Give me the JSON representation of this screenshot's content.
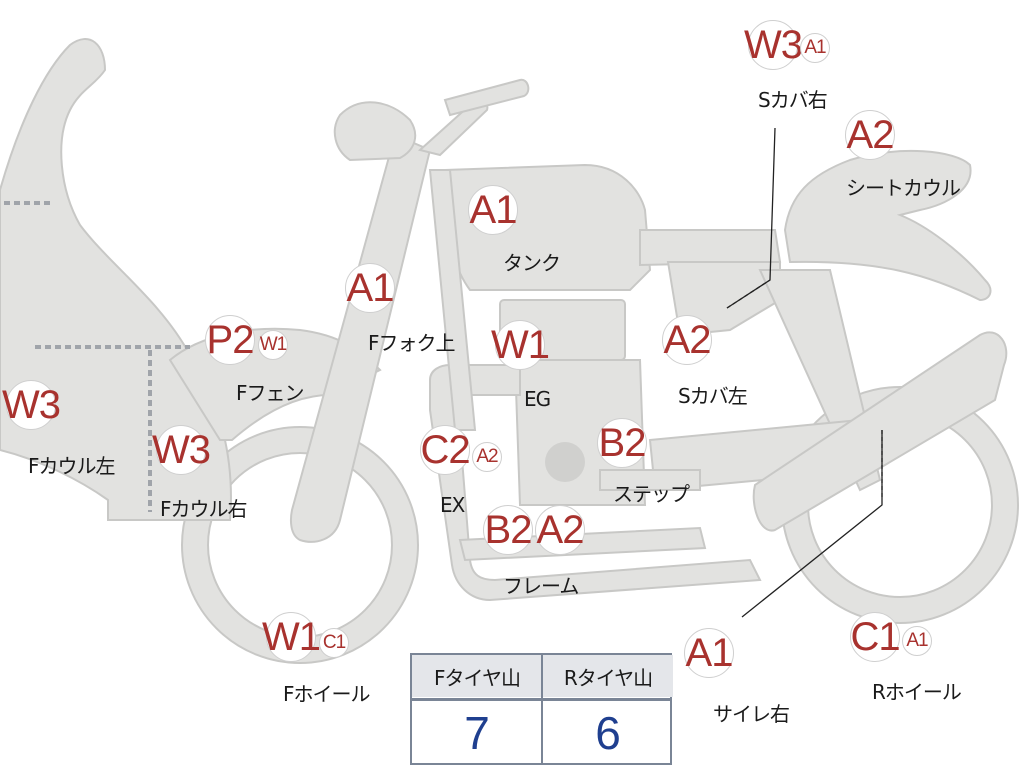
{
  "parts": {
    "s_cover_right": {
      "label": "Sカバ右",
      "grades": [
        "W3",
        "A1"
      ]
    },
    "seat_cowl": {
      "label": "シートカウル",
      "grades": [
        "A2"
      ]
    },
    "tank": {
      "label": "タンク",
      "grades": [
        "A1"
      ]
    },
    "f_fork_upper": {
      "label": "Fフォク上",
      "grades": [
        "A1"
      ]
    },
    "f_fender": {
      "label": "Fフェン",
      "grades": [
        "P2",
        "W1"
      ]
    },
    "engine": {
      "label": "EG",
      "grades": [
        "W1"
      ]
    },
    "s_cover_left": {
      "label": "Sカバ左",
      "grades": [
        "A2"
      ]
    },
    "f_cowl_left": {
      "label": "Fカウル左",
      "grades": [
        "W3"
      ]
    },
    "f_cowl_right": {
      "label": "Fカウル右",
      "grades": [
        "W3"
      ]
    },
    "exhaust": {
      "label": "EX",
      "grades": [
        "C2",
        "A2"
      ]
    },
    "step": {
      "label": "ステップ",
      "grades": [
        "B2"
      ]
    },
    "frame": {
      "label": "フレーム",
      "grades": [
        "B2",
        "A2"
      ]
    },
    "f_wheel": {
      "label": "Fホイール",
      "grades": [
        "W1",
        "C1"
      ]
    },
    "muffler_right": {
      "label": "サイレ右",
      "grades": [
        "A1"
      ]
    },
    "r_wheel": {
      "label": "Rホイール",
      "grades": [
        "C1",
        "A1"
      ]
    }
  },
  "tire_tread": {
    "front_label": "Fタイヤ山",
    "front_value": "7",
    "rear_label": "Rタイヤ山",
    "rear_value": "6"
  },
  "colors": {
    "grade_text": "#a8322e",
    "tire_value": "#1f3f8f",
    "body_fill": "#e2e2e0",
    "body_stroke": "#c8c8c6"
  }
}
